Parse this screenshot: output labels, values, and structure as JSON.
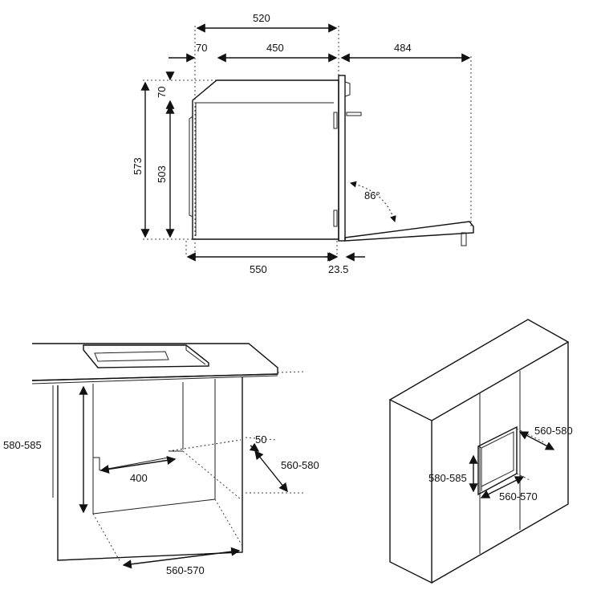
{
  "side_view": {
    "width_total": "520",
    "depth_70": "70",
    "depth_450": "450",
    "door_open_484": "484",
    "height_70": "70",
    "height_573": "573",
    "height_503": "503",
    "angle": "86°",
    "depth_550": "550",
    "door_235": "23.5"
  },
  "undercounter": {
    "height": "580-585",
    "gap_50": "50",
    "depth": "560-580",
    "vent_400": "400",
    "width": "560-570"
  },
  "tall_cabinet": {
    "height": "580-585",
    "depth": "560-580",
    "width": "560-570"
  }
}
